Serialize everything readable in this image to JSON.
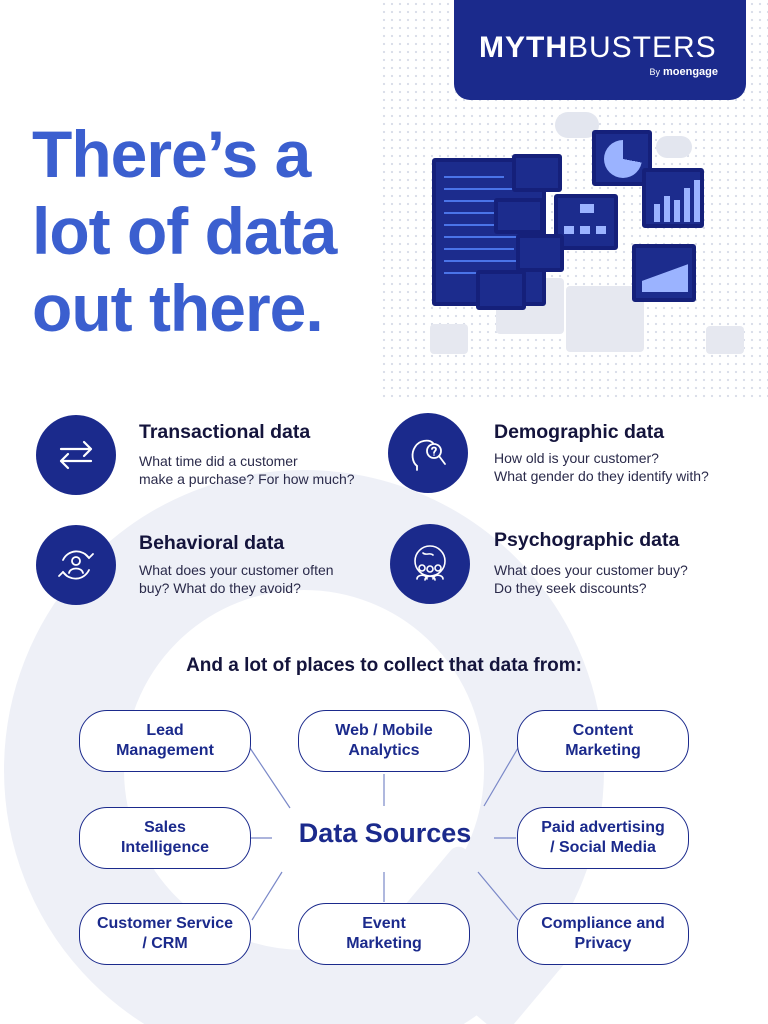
{
  "brand": {
    "name_bold": "MYTH",
    "name_light": "BUSTERS",
    "by": "By",
    "company": "moengage",
    "color": "#1b2a8c"
  },
  "hero": {
    "lines": [
      "There’s a",
      "lot of data",
      "out there."
    ],
    "color": "#3b5fcf"
  },
  "data_types": [
    {
      "icon": "transaction-arrows-icon",
      "title": "Transactional data",
      "desc": [
        "What time did a customer",
        "make a purchase? For how much?"
      ]
    },
    {
      "icon": "head-magnifier-icon",
      "title": "Demographic data",
      "desc": [
        "How old is your customer?",
        "What gender do they identify with?"
      ]
    },
    {
      "icon": "person-cycle-icon",
      "title": "Behavioral data",
      "desc": [
        "What does your customer often",
        "buy? What do they avoid?"
      ]
    },
    {
      "icon": "group-globe-icon",
      "title": "Psychographic data",
      "desc": [
        "What does your customer buy?",
        "Do they seek discounts?"
      ]
    }
  ],
  "places_heading": "And a lot of places to collect that data from:",
  "diagram": {
    "center": "Data Sources",
    "nodes": [
      [
        "Lead",
        "Management"
      ],
      [
        "Web / Mobile",
        "Analytics"
      ],
      [
        "Content",
        "Marketing"
      ],
      [
        "Sales",
        "Intelligence"
      ],
      [
        "Paid advertising",
        "/ Social Media"
      ],
      [
        "Customer Service",
        "/ CRM"
      ],
      [
        "Event",
        "Marketing"
      ],
      [
        "Compliance and",
        "Privacy"
      ]
    ]
  }
}
